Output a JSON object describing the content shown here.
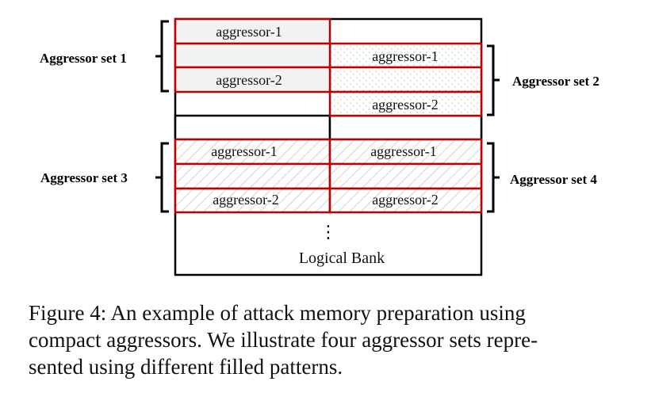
{
  "diagram": {
    "bank_label": "Logical Bank",
    "ellipsis": "⋮",
    "sets": [
      {
        "label": "Aggressor set 1"
      },
      {
        "label": "Aggressor set 2"
      },
      {
        "label": "Aggressor set 3"
      },
      {
        "label": "Aggressor set 4"
      }
    ],
    "rows": [
      {
        "left": "aggressor-1",
        "right": ""
      },
      {
        "left": "",
        "right": "aggressor-1"
      },
      {
        "left": "aggressor-2",
        "right": ""
      },
      {
        "left": "",
        "right": "aggressor-2"
      },
      {
        "left": "",
        "right": ""
      },
      {
        "left": "aggressor-1",
        "right": "aggressor-1"
      },
      {
        "left": "",
        "right": ""
      },
      {
        "left": "aggressor-2",
        "right": "aggressor-2"
      }
    ],
    "colors": {
      "aggressor_border": "#c00000",
      "bank_border": "#000000",
      "fill_gray": "#f2f2f2",
      "fill_dots": "#bbbbbb",
      "fill_hatch": "#e0e0e0"
    }
  },
  "caption": {
    "line1": "Figure 4: An example of attack memory preparation using",
    "line2": "compact aggressors. We illustrate four aggressor sets repre-",
    "line3": "sented using different filled patterns."
  }
}
